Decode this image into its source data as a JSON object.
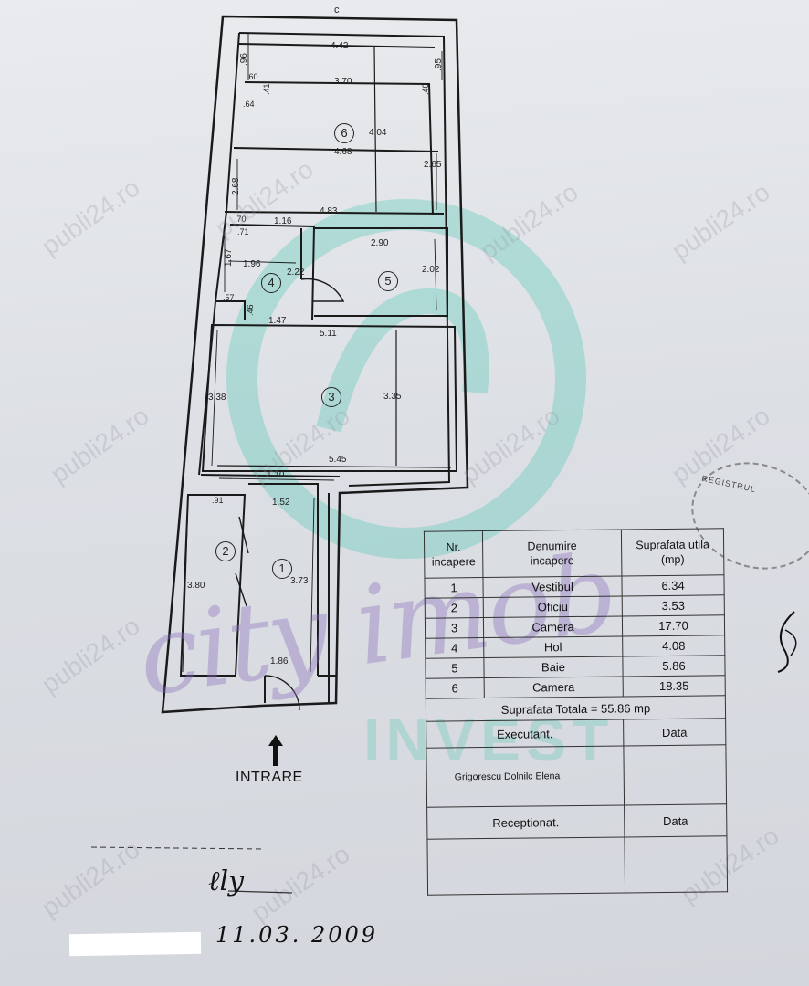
{
  "plan": {
    "top_mark": "c",
    "dimensions": {
      "d_442": "4.42",
      "d_96": ".96",
      "d_60": ".60",
      "d_370": "3.70",
      "d_95": ".95",
      "d_41": ".41",
      "d_40": ".40",
      "d_64": ".64",
      "d_404": "4.04",
      "d_468": "4.68",
      "d_268": "2.68",
      "d_265": "2.65",
      "d_483": "4.83",
      "d_70": ".70",
      "d_116": "1.16",
      "d_71": ".71",
      "d_167": "1.67",
      "d_196": "1.96",
      "d_222": "2.22",
      "d_290": "2.90",
      "d_202": "2.02",
      "d_57": ".57",
      "d_46": ".46",
      "d_147": "1.47",
      "d_511": "5.11",
      "d_338": "3.38",
      "d_335": "3.35",
      "d_545": "5.45",
      "d_110": "1.10",
      "d_91": ".91",
      "d_152": "1.52",
      "d_380": "3.80",
      "d_373": "3.73",
      "d_186": "1.86"
    },
    "rooms": {
      "r1": "1",
      "r2": "2",
      "r3": "3",
      "r4": "4",
      "r5": "5",
      "r6": "6"
    },
    "entrance_label": "INTRARE"
  },
  "table": {
    "headers": {
      "nr": [
        "Nr.",
        "incapere"
      ],
      "name": [
        "Denumire",
        "incapere"
      ],
      "area": [
        "Suprafata utila",
        "(mp)"
      ]
    },
    "rows": [
      {
        "nr": "1",
        "name": "Vestibul",
        "area": "6.34"
      },
      {
        "nr": "2",
        "name": "Oficiu",
        "area": "3.53"
      },
      {
        "nr": "3",
        "name": "Camera",
        "area": "17.70"
      },
      {
        "nr": "4",
        "name": "Hol",
        "area": "4.08"
      },
      {
        "nr": "5",
        "name": "Baie",
        "area": "5.86"
      },
      {
        "nr": "6",
        "name": "Camera",
        "area": "18.35"
      }
    ],
    "total": "Suprafata Totala = 55.86 mp",
    "executant_label": "Executant.",
    "executant_date": "Data",
    "executant_name": "Grigorescu Dolnilc Elena",
    "receptionat_label": "Receptionat.",
    "receptionat_date": "Data"
  },
  "handwriting": {
    "signature": "ℓly",
    "date": "11.03. 2009"
  },
  "watermarks": {
    "site": "publi24.ro",
    "brand_script": "city imob",
    "brand_block": "INVEST"
  },
  "stamp_text": "REGISTRUL"
}
